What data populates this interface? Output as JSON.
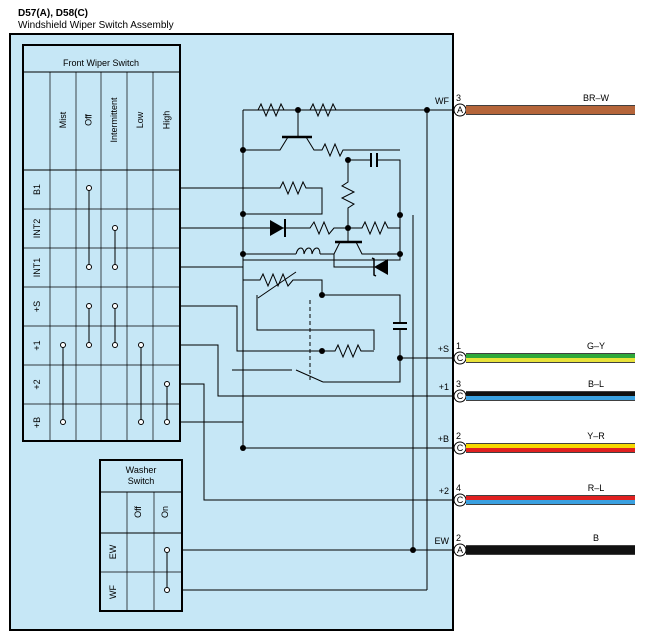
{
  "header": {
    "connector_code": "D57(A), D58(C)",
    "assembly_name": "Windshield Wiper Switch Assembly"
  },
  "front_wiper_switch": {
    "title": "Front Wiper Switch",
    "positions": [
      "Mist",
      "Off",
      "Intermittent",
      "Low",
      "High"
    ],
    "terminals": [
      "B1",
      "INT2",
      "INT1",
      "+S",
      "+1",
      "+2",
      "+B"
    ]
  },
  "washer_switch": {
    "title_line1": "Washer",
    "title_line2": "Switch",
    "positions": [
      "Off",
      "On"
    ],
    "terminals": [
      "EW",
      "WF"
    ]
  },
  "connections": [
    {
      "terminal": "WF",
      "pin": "3",
      "connector": "A",
      "wire": "BR–W",
      "color1": "#b5653a",
      "color2": "#b5653a"
    },
    {
      "terminal": "+S",
      "pin": "1",
      "connector": "C",
      "wire": "G–Y",
      "color1": "#2fa83a",
      "color2": "#e8e23a"
    },
    {
      "terminal": "+1",
      "pin": "3",
      "connector": "C",
      "wire": "B–L",
      "color1": "#111111",
      "color2": "#3aa0e0"
    },
    {
      "terminal": "+B",
      "pin": "2",
      "connector": "C",
      "wire": "Y–R",
      "color1": "#f5d800",
      "color2": "#e02020"
    },
    {
      "terminal": "+2",
      "pin": "4",
      "connector": "C",
      "wire": "R–L",
      "color1": "#e02020",
      "color2": "#3aa0e0"
    },
    {
      "terminal": "EW",
      "pin": "2",
      "connector": "A",
      "wire": "B",
      "color1": "#111111",
      "color2": "#111111"
    }
  ],
  "colors": {
    "panel_fill": "#c6e7f6",
    "line": "#000000"
  }
}
